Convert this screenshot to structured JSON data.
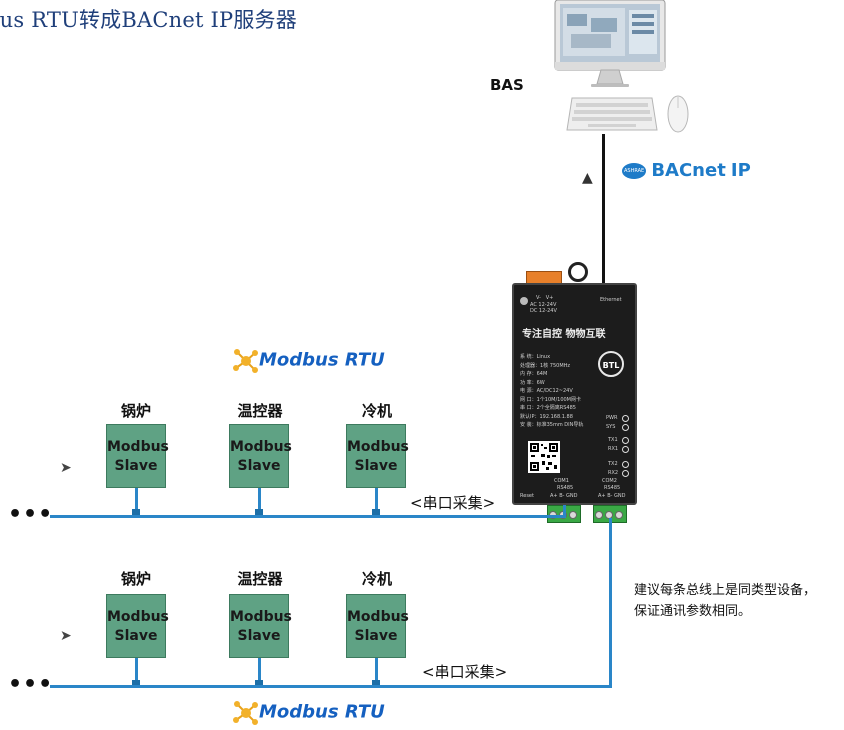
{
  "title": "bus RTU转成BACnet IP服务器",
  "bas_label": "BAS",
  "bacnet_logo": {
    "ashrae": "ASHRAE",
    "text": "BACnet",
    "suffix": "IP",
    "color": "#1e7bc8"
  },
  "modbus_logo": {
    "text": "Modbus RTU",
    "color": "#1560c0"
  },
  "row1": {
    "devices": [
      {
        "label": "锅炉",
        "slave_line1": "Modbus",
        "slave_line2": "Slave"
      },
      {
        "label": "温控器",
        "slave_line1": "Modbus",
        "slave_line2": "Slave"
      },
      {
        "label": "冷机",
        "slave_line1": "Modbus",
        "slave_line2": "Slave"
      }
    ],
    "serial_label": "<串口采集>",
    "dots": "•••"
  },
  "row2": {
    "devices": [
      {
        "label": "锅炉",
        "slave_line1": "Modbus",
        "slave_line2": "Slave"
      },
      {
        "label": "温控器",
        "slave_line1": "Modbus",
        "slave_line2": "Slave"
      },
      {
        "label": "冷机",
        "slave_line1": "Modbus",
        "slave_line2": "Slave"
      }
    ],
    "serial_label": "<串口采集>",
    "dots": "•••"
  },
  "gateway": {
    "power_v_minus": "V-",
    "power_v_plus": "V+",
    "power_ac": "AC 12-24V",
    "power_dc": "DC 12-24V",
    "ethernet": "Ethernet",
    "slogan": "专注自控 物物互联",
    "specs": [
      "系    统：Linux",
      "处理器：1核 750MHz",
      "内    存：64M",
      "功    率：6W",
      "电    源：AC/DC12~24V",
      "网    口：1个10M/100M网卡",
      "串    口：2个全隔离RS485",
      "默认IP：192.168.1.88",
      "安    装：标准35mm DIN导轨"
    ],
    "btl": "BTL",
    "leds": [
      "PWR",
      "SYS",
      "TX1",
      "RX1",
      "TX2",
      "RX2"
    ],
    "reset": "Reset",
    "com1": {
      "name": "COM1",
      "type": "RS485",
      "pins": "A+  B-  GND"
    },
    "com2": {
      "name": "COM2",
      "type": "RS485",
      "pins": "A+  B-  GND"
    }
  },
  "note": {
    "line1": "建议每条总线上是同类型设备，",
    "line2": "保证通讯参数相同。"
  },
  "colors": {
    "bus": "#2a86c8",
    "slave": "#5fa284",
    "title": "#1f3f7a"
  }
}
